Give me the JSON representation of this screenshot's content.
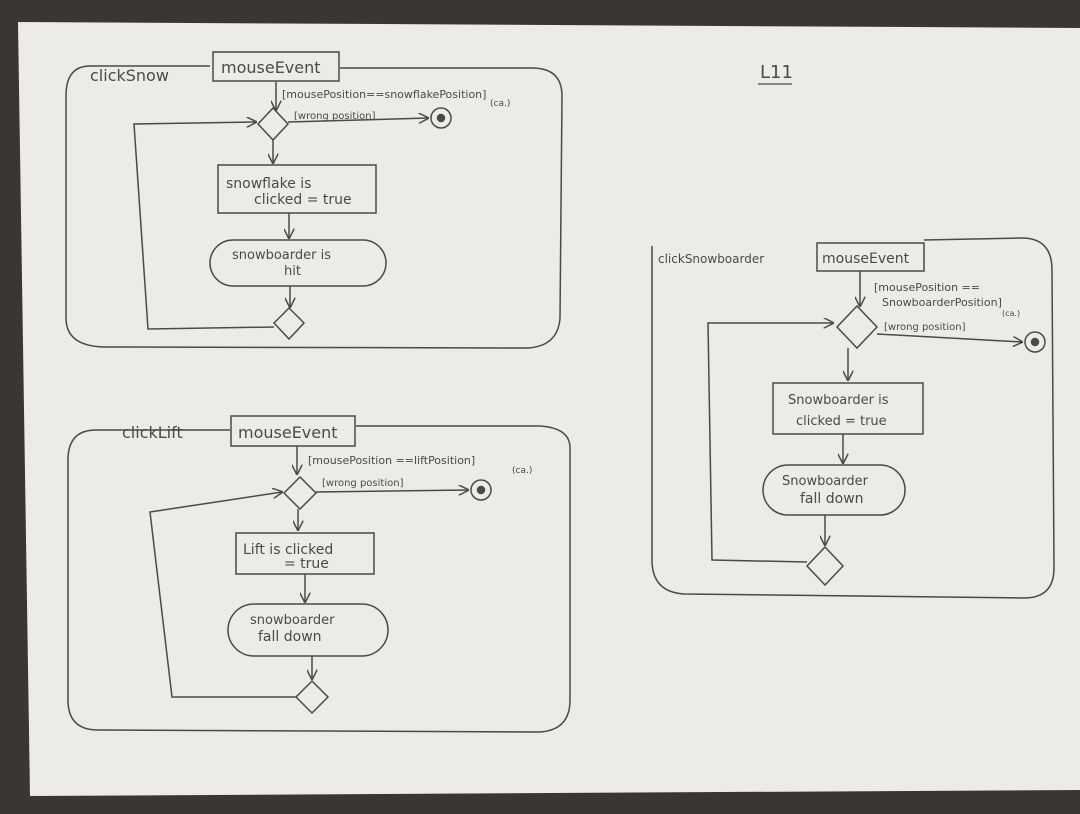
{
  "page_title": "L11",
  "diagrams": [
    {
      "name": "clickSnow",
      "event": "mouseEvent",
      "guard_line1": "[mousePosition==snowflakePosition]",
      "guard_line2": "(ca.)",
      "wrong_guard": "[wrong position]",
      "action_line1": "snowflake is",
      "action_line2": "clicked = true",
      "result_line1": "snowboarder is",
      "result_line2": "hit"
    },
    {
      "name": "clickLift",
      "event": "mouseEvent",
      "guard_line1": "[mousePosition ==liftPosition]",
      "guard_line2": "(ca.)",
      "wrong_guard": "[wrong position]",
      "action_line1": "Lift is clicked",
      "action_line2": "= true",
      "result_line1": "snowboarder",
      "result_line2": "fall down"
    },
    {
      "name": "clickSnowboarder",
      "event": "mouseEvent",
      "guard_line1": "[mousePosition ==",
      "guard_line2": "SnowboarderPosition]",
      "guard_line3": "(ca.)",
      "wrong_guard": "[wrong position]",
      "action_line1": "Snowboarder is",
      "action_line2": "clicked = true",
      "result_line1": "Snowboarder",
      "result_line2": "fall down"
    }
  ]
}
